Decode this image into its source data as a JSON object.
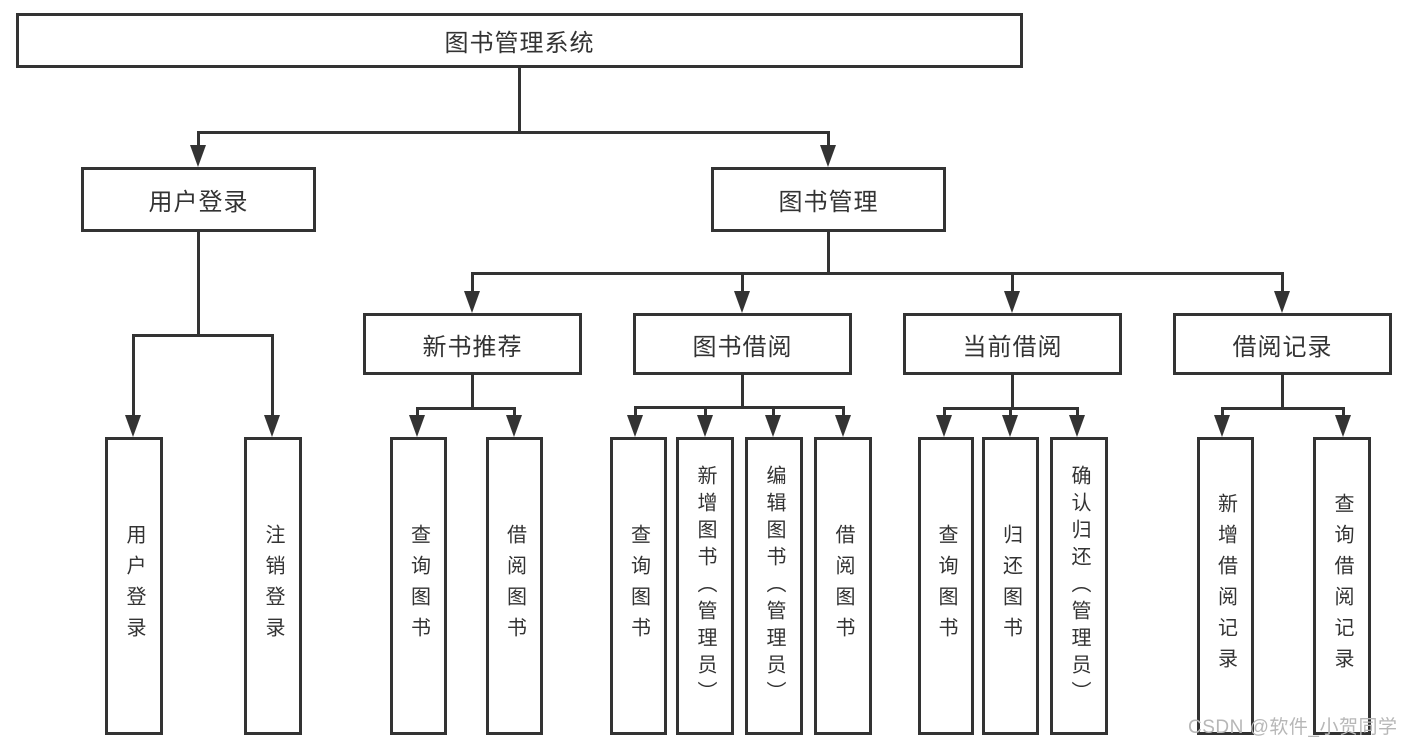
{
  "title": "图书管理系统",
  "watermark": "CSDN @软件_小贺同学",
  "colors": {
    "line": "#333333",
    "box_bg": "#ffffff",
    "text": "#333333",
    "watermark": "#b7b7b7"
  },
  "nodes": {
    "root": "图书管理系统",
    "user_login": "用户登录",
    "book_mgmt": "图书管理",
    "new_book_rec": "新书推荐",
    "book_borrowing": "图书借阅",
    "current_borrowing": "当前借阅",
    "borrowing_records": "借阅记录",
    "leaves": {
      "user_login": "用户登录",
      "logout": "注销登录",
      "query_book_rec": "查询图书",
      "borrow_book_rec": "借阅图书",
      "query_book_borrow": "查询图书",
      "add_book_admin": "新增图书（管理员）",
      "edit_book_admin": "编辑图书（管理员）",
      "borrow_book_borrow": "借阅图书",
      "query_book_current": "查询图书",
      "return_book": "归还图书",
      "confirm_return_admin": "确认归还（管理员）",
      "add_borrow_record": "新增借阅记录",
      "query_borrow_record": "查询借阅记录"
    }
  }
}
